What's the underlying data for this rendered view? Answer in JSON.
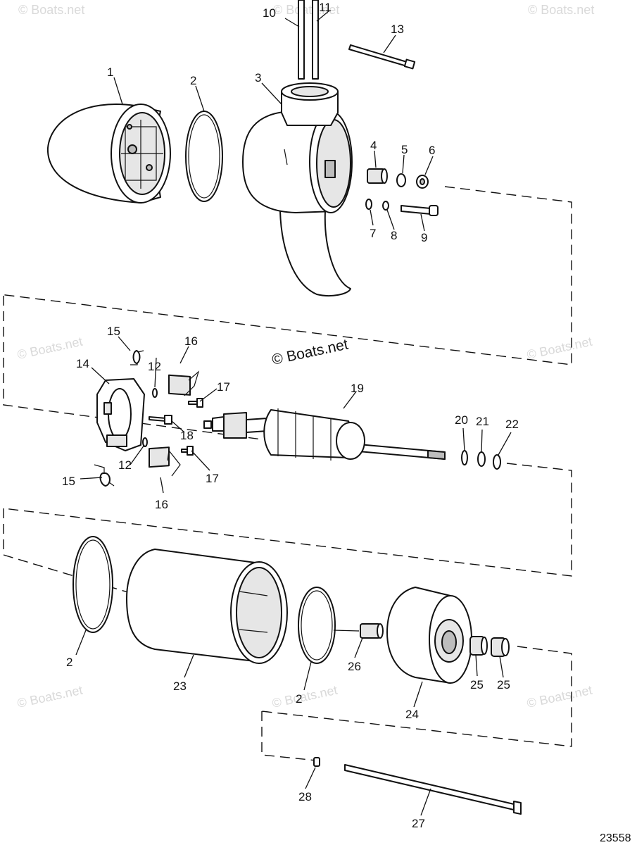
{
  "watermarks": {
    "copyright": "© Boats.net",
    "main": "© Boats.net"
  },
  "diagram_id": "23558",
  "callouts": [
    "1",
    "2",
    "3",
    "4",
    "5",
    "6",
    "7",
    "8",
    "9",
    "10",
    "11",
    "12",
    "13",
    "14",
    "15",
    "16",
    "17",
    "18",
    "19",
    "20",
    "21",
    "22",
    "23",
    "24",
    "25",
    "26",
    "27",
    "28"
  ]
}
